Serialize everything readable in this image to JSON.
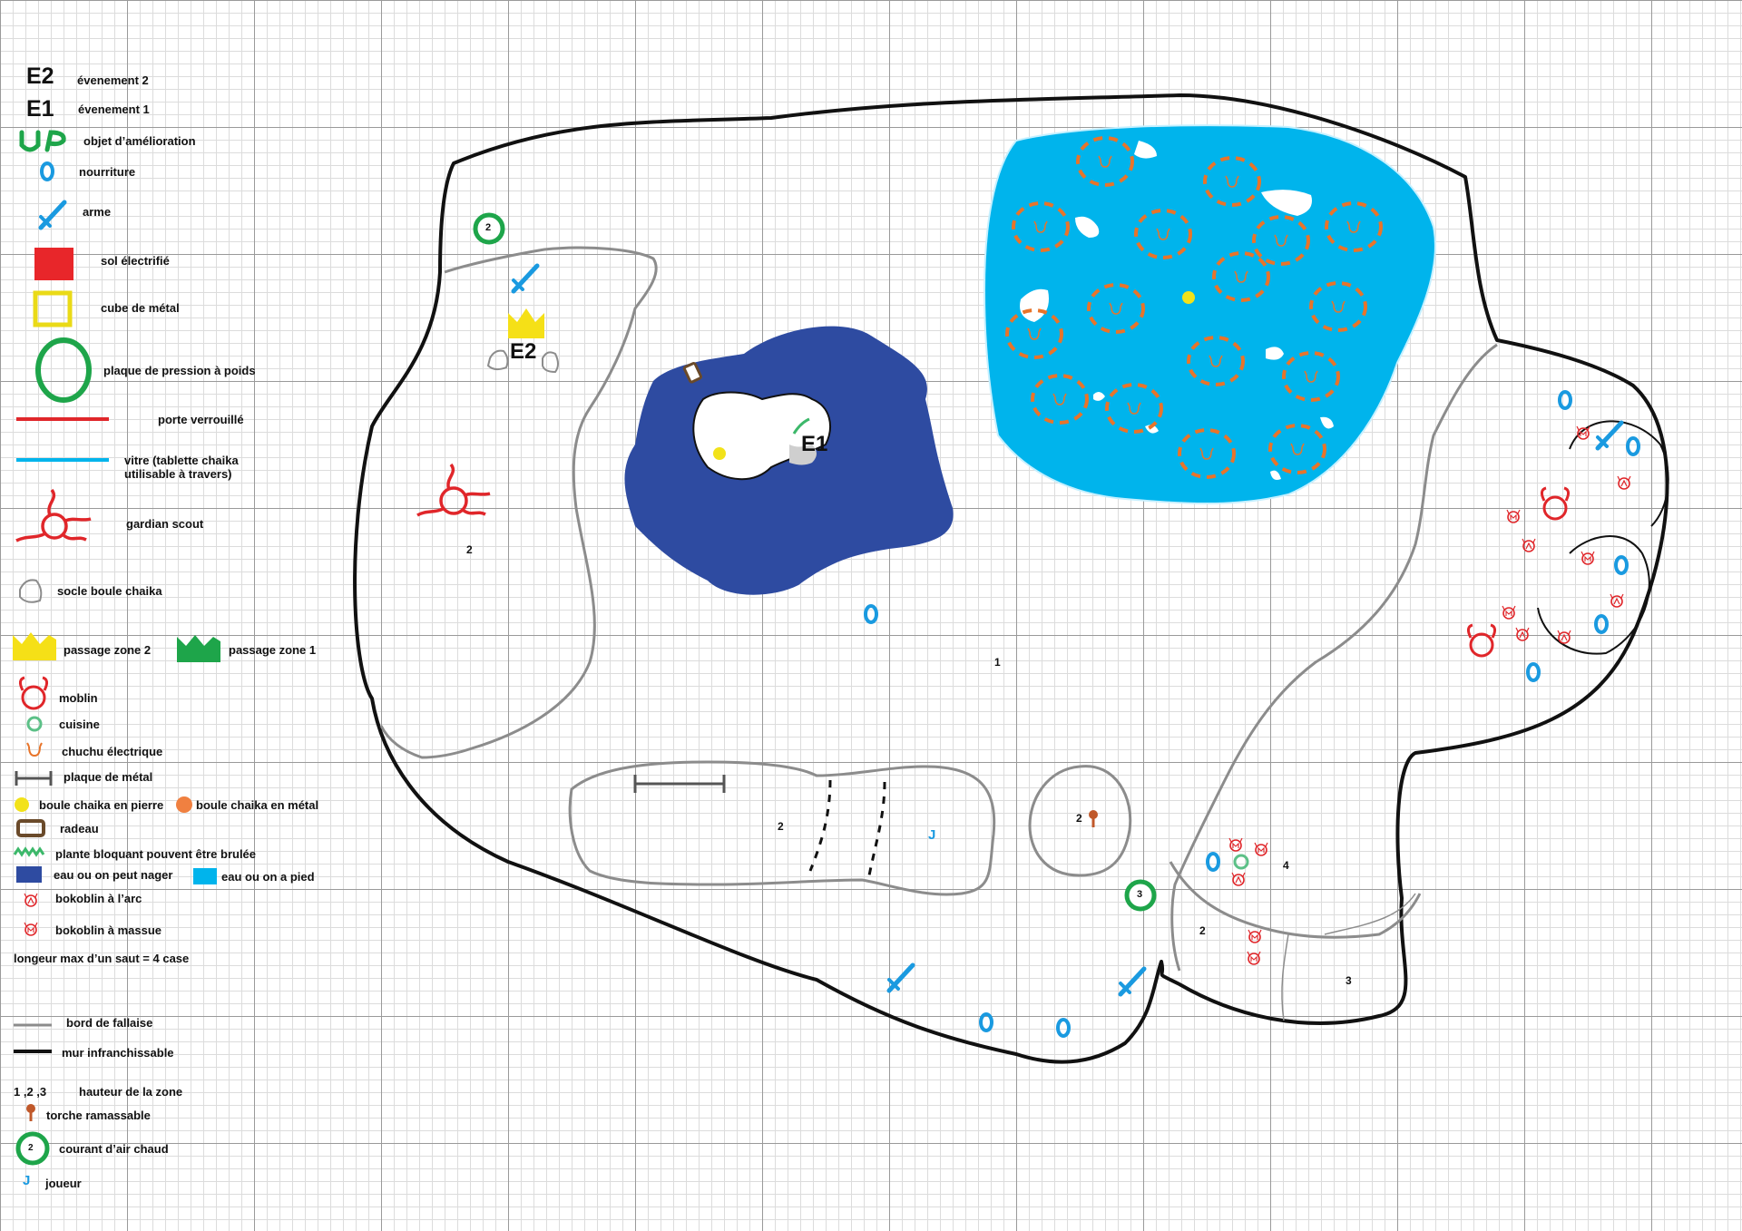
{
  "legend": {
    "e2": {
      "code": "E2",
      "label": "évenement 2"
    },
    "e1": {
      "code": "E1",
      "label": "évenement 1"
    },
    "upgrade": {
      "code": "UP",
      "label": "objet d’amélioration"
    },
    "food": "nourriture",
    "weapon": "arme",
    "electric_floor": "sol électrifié",
    "metal_cube": "cube de métal",
    "pressure_plate": "plaque de pression à poids",
    "locked_door": "porte verrouillé",
    "glass": "vitre (tablette chaika utilisable à travers)",
    "guardian": "gardian scout",
    "socle": "socle boule chaika",
    "passage_zone_2": "passage zone 2",
    "passage_zone_1": "passage zone 1",
    "moblin": "moblin",
    "cuisine": "cuisine",
    "chuchu": "chuchu électrique",
    "metal_plate": "plaque de métal",
    "stone_ball": "boule chaika en pierre",
    "metal_ball": "boule chaika en métal",
    "raft": "radeau",
    "plant": "plante bloquant pouvent être brulée",
    "swim_water": "eau ou on peut nager",
    "walk_water": "eau ou on a pied",
    "bokoblin_bow": "bokoblin à l’arc",
    "bokoblin_club": "bokoblin à massue",
    "jump_note": "longeur max d’un saut = 4 case",
    "cliff_edge": "bord de fallaise",
    "wall": "mur infranchissable",
    "heights_numbers": "1 ,2 ,3",
    "heights": "hauteur de la zone",
    "torch": "torche ramassable",
    "hot_air": "courant d’air chaud",
    "hot_air_symbol": "2",
    "player": "joueur",
    "player_symbol": "J"
  },
  "map": {
    "zone_labels": {
      "z_west": "2",
      "z_main": "1",
      "z_bridge": "2",
      "z_torch": "2",
      "z_se4": "4",
      "z_se2": "2",
      "z_se3": "3"
    },
    "events": {
      "e1": "E1",
      "e2": "E2"
    },
    "updrafts": {
      "nw": "2",
      "south": "3"
    },
    "player": "J"
  },
  "colors": {
    "wall": "#111111",
    "cliff": "#8c8c8c",
    "swim_water": "#2e4ba1",
    "walk_water": "#00b4ec",
    "updraft": "#1ea54a",
    "enemy": "#e0262a",
    "chuchu": "#e8742a",
    "stone_ball": "#f2e21a"
  }
}
